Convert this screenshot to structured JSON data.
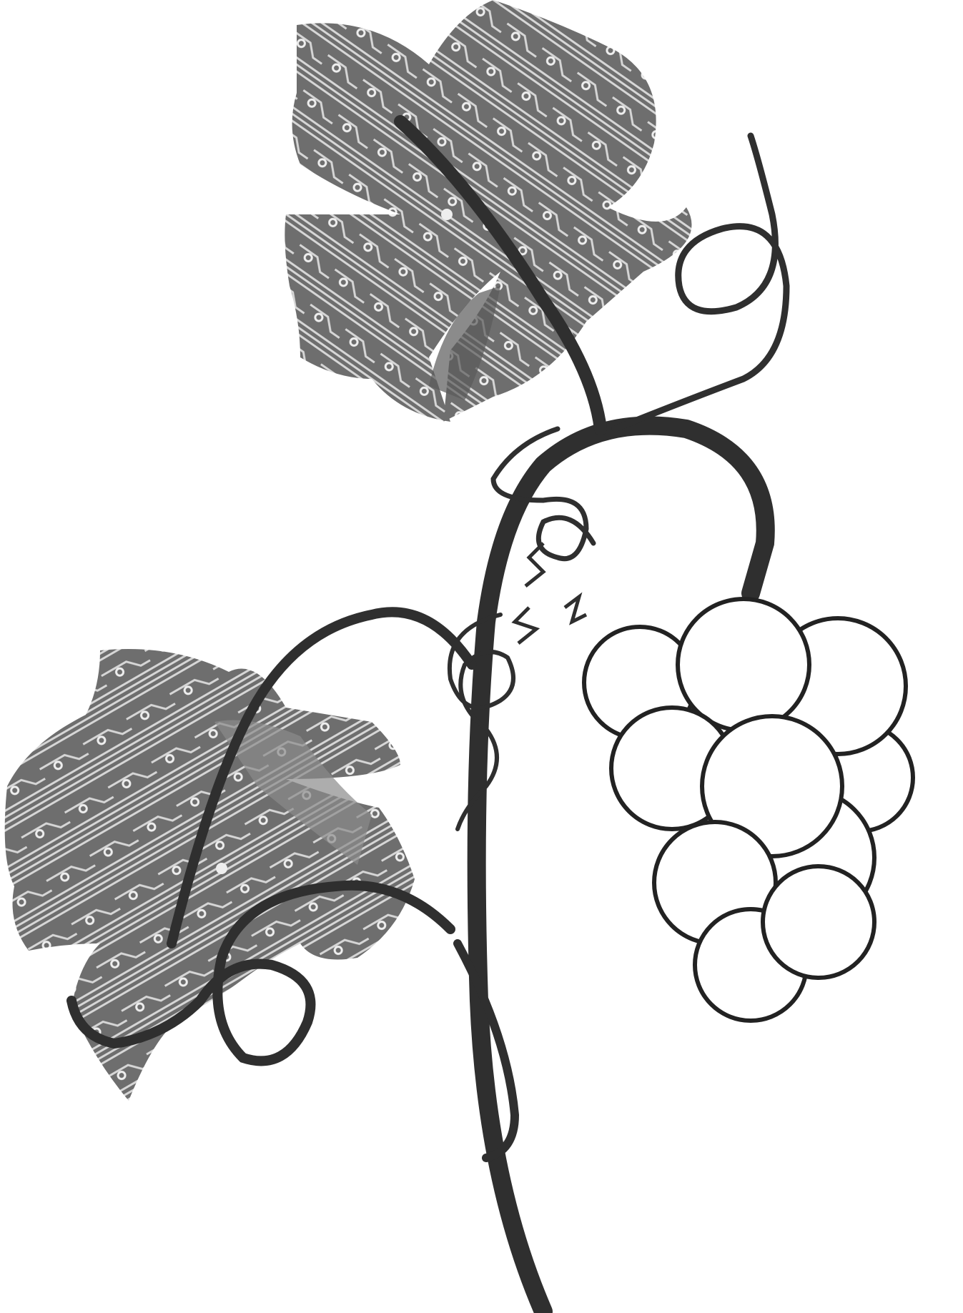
{
  "colors": {
    "background": "#ffffff",
    "vine": "#2f2f2f",
    "leaf_base": "#6e6e6e",
    "leaf_dark": "#4a4a4a",
    "circuit_trace": "#d6d6d6",
    "circuit_pad": "#eeeeee",
    "grape_fill": "#ffffff",
    "grape_outline": "#222222"
  },
  "elements": {
    "leaves": [
      "upper-leaf",
      "lower-leaf"
    ],
    "grape_count": 10,
    "tendrils": [
      "upper-right-tendril",
      "lower-left-tendril",
      "center-spiral-tendril"
    ]
  }
}
